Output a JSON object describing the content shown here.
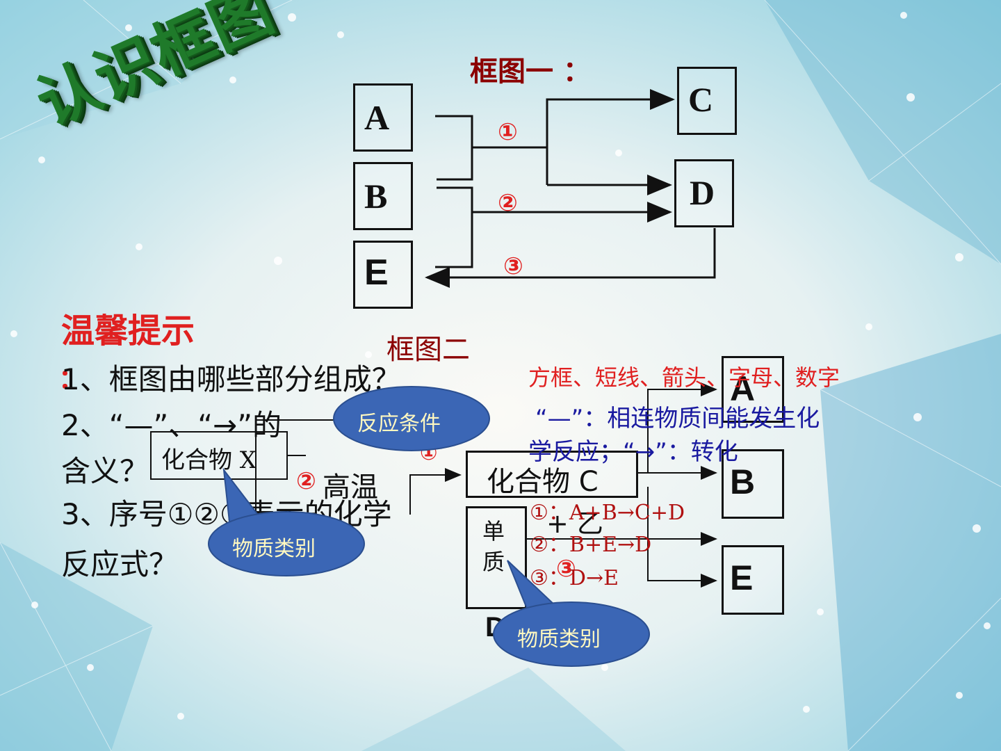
{
  "slide_title": "认识框图",
  "diagram1": {
    "title": "框图一 ：",
    "boxes": {
      "A": "A",
      "B": "B",
      "E": "E",
      "C": "C",
      "D": "D"
    },
    "numbers": [
      "①",
      "②",
      "③"
    ]
  },
  "tips": {
    "heading": "温馨提示",
    "colon": "：",
    "q1": "1、框图由哪些部分组成？",
    "q2a": "2、“—”、“→”的",
    "q2b": "含义？",
    "q3a": "3、序号①②③表示的化学",
    "q3b": "反应式？"
  },
  "answers": {
    "a1": "方框、短线、箭头、字母、数字",
    "a2_line1": "“—”：相连物质间能发生化",
    "a2_line2": "学反应；“→”：转化",
    "eq1": "①：A+B→C+D",
    "eq2": "②：B+E→D",
    "eq3": "③：D→E"
  },
  "diagram2": {
    "title": "框图二",
    "compound_x": "化合物 X",
    "compound_c": "化合物 C",
    "simple_substance": "单质",
    "gaowen": "高温",
    "plus_yi": "+ 乙",
    "label_D": "D",
    "boxes": {
      "A": "A",
      "B": "B",
      "E": "E"
    },
    "numbers": [
      "①",
      "②",
      "③"
    ]
  },
  "callouts": {
    "reaction_condition": "反应条件",
    "substance_category_1": "物质类别",
    "substance_category_2": "物质类别"
  },
  "colors": {
    "red": "#e02020",
    "dark_red": "#8b0000",
    "blue": "#1a1aa0",
    "title_green": "#1f7a2a",
    "bubble": "#3b66b5"
  }
}
